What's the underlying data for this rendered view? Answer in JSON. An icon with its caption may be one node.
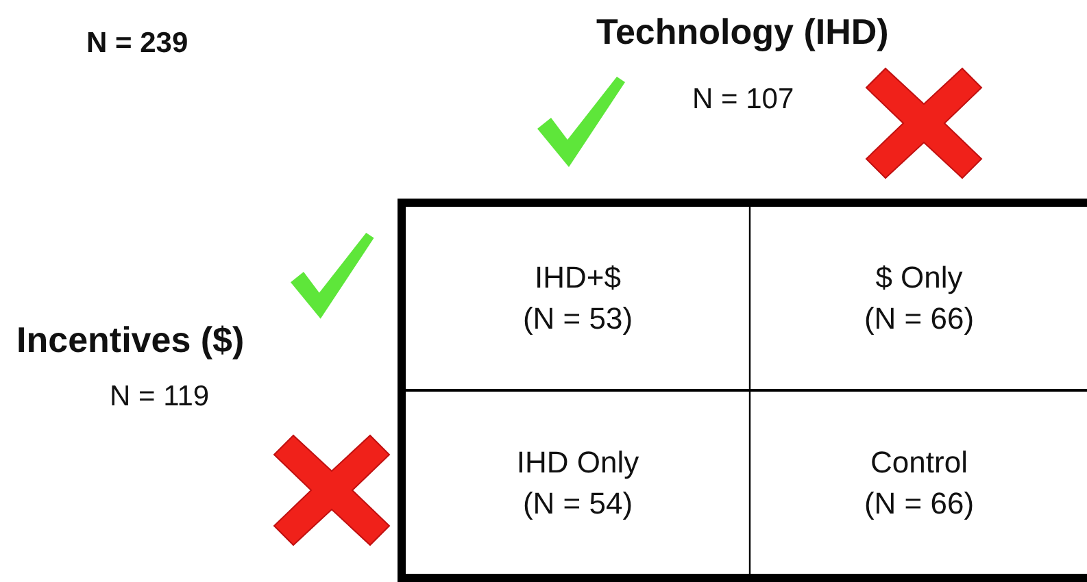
{
  "diagram": {
    "nodes": [
      {
        "text": [
          "IHD+$",
          "(N = 53)"
        ]
      },
      {
        "text": [
          "$ Only",
          "(N = 66)"
        ]
      },
      {
        "text": [
          "IHD Only",
          "(N = 54)"
        ]
      },
      {
        "text": [
          "Control",
          "(N = 66)"
        ]
      }
    ],
    "labels": [
      "N = 239",
      "Technology (IHD)",
      "N = 107",
      "Incentives ($)",
      "N = 119"
    ]
  }
}
